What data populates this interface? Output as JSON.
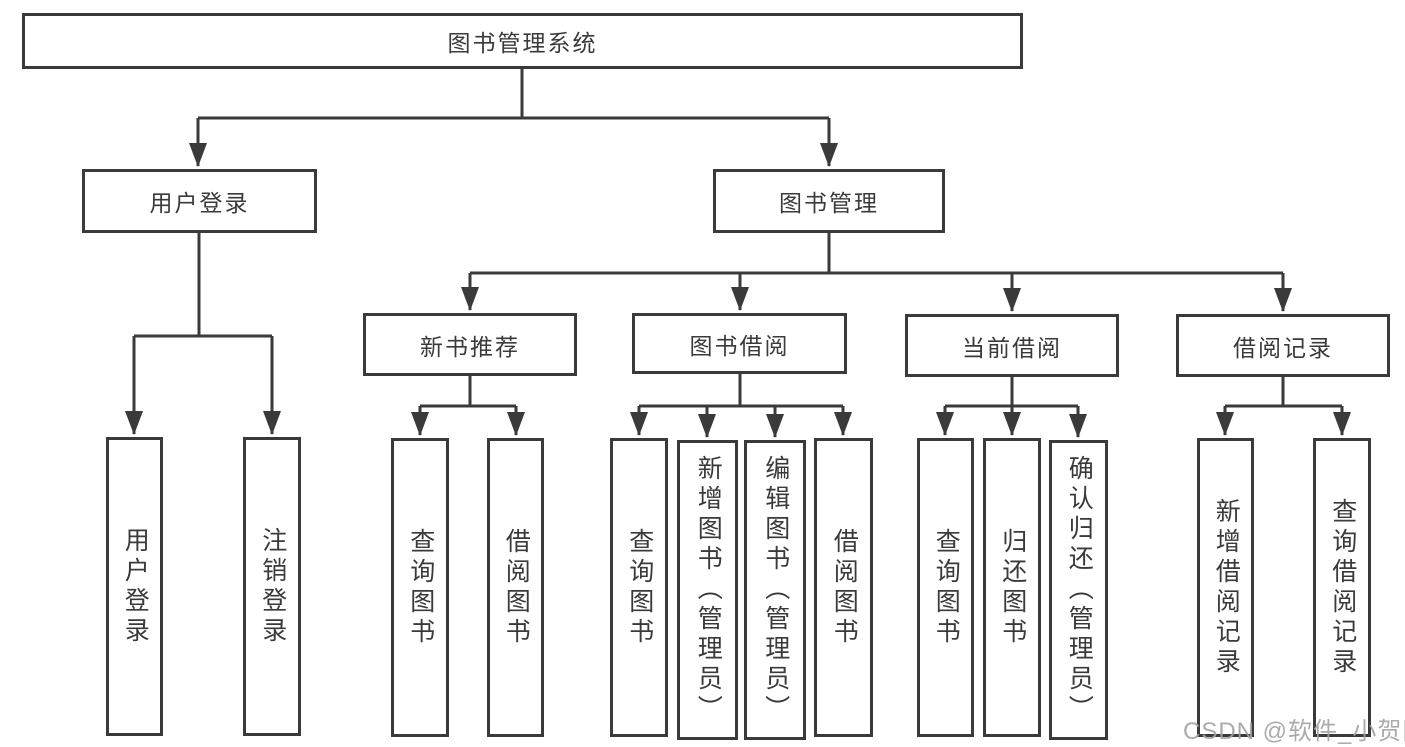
{
  "diagram": {
    "title": "图书管理系统",
    "root": {
      "label": "图书管理系统"
    },
    "level2": [
      {
        "label": "用户登录"
      },
      {
        "label": "图书管理"
      }
    ],
    "level3": [
      {
        "label": "新书推荐"
      },
      {
        "label": "图书借阅"
      },
      {
        "label": "当前借阅"
      },
      {
        "label": "借阅记录"
      }
    ],
    "leaves": [
      {
        "label": "用户登录"
      },
      {
        "label": "注销登录"
      },
      {
        "label": "查询图书"
      },
      {
        "label": "借阅图书"
      },
      {
        "label": "查询图书"
      },
      {
        "label": "新增图书（管理员）"
      },
      {
        "label": "编辑图书（管理员）"
      },
      {
        "label": "借阅图书"
      },
      {
        "label": "查询图书"
      },
      {
        "label": "归还图书"
      },
      {
        "label": "确认归还（管理员）"
      },
      {
        "label": "新增借阅记录"
      },
      {
        "label": "查询借阅记录"
      }
    ],
    "watermark": "CSDN @软件_小贺同学",
    "colors": {
      "line": "#3a3a3a",
      "text": "#3a3a3a",
      "watermark": "#a3a3a3",
      "background": "#ffffff"
    }
  }
}
